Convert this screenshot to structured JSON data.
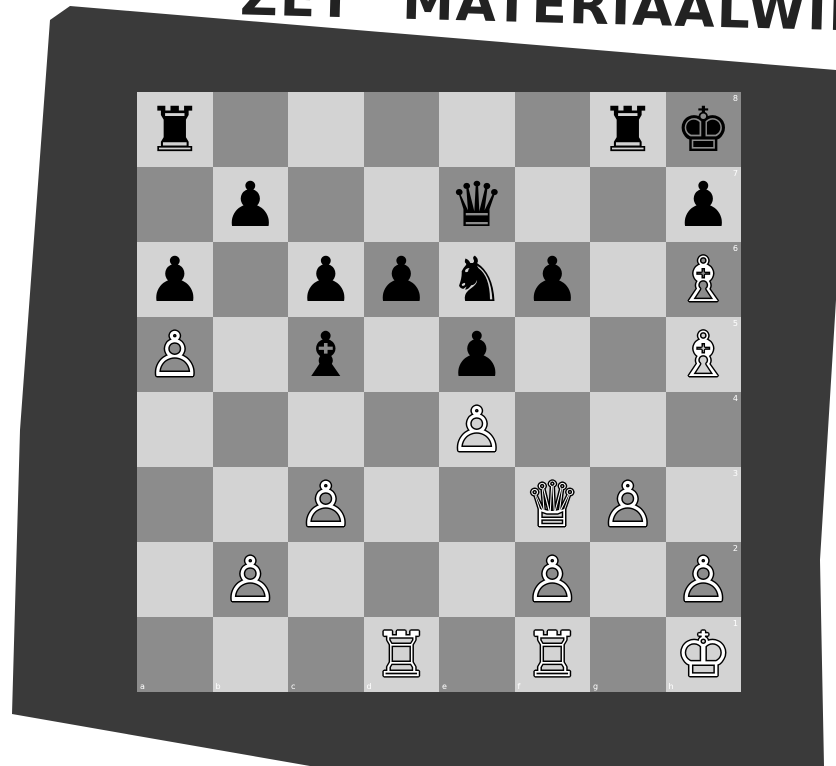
{
  "header": {
    "title_left": "ZET",
    "title_right": "MATERIAALWINST"
  },
  "colors": {
    "light_square": "#d3d3d3",
    "dark_square": "#8c8c8c",
    "frame": "#3a3a3a"
  },
  "board": {
    "files": [
      "a",
      "b",
      "c",
      "d",
      "e",
      "f",
      "g",
      "h"
    ],
    "ranks": [
      "8",
      "7",
      "6",
      "5",
      "4",
      "3",
      "2",
      "1"
    ],
    "rows": [
      [
        {
          "icon": "rook",
          "color": "black",
          "glyph": "♜"
        },
        {},
        {},
        {},
        {},
        {},
        {
          "icon": "rook",
          "color": "black",
          "glyph": "♜"
        },
        {
          "icon": "king",
          "color": "black",
          "glyph": "♚"
        }
      ],
      [
        {},
        {
          "icon": "pawn",
          "color": "black",
          "glyph": "♟"
        },
        {},
        {},
        {
          "icon": "queen",
          "color": "black",
          "glyph": "♛"
        },
        {},
        {},
        {
          "icon": "pawn",
          "color": "black",
          "glyph": "♟"
        }
      ],
      [
        {
          "icon": "pawn",
          "color": "black",
          "glyph": "♟"
        },
        {},
        {
          "icon": "pawn",
          "color": "black",
          "glyph": "♟"
        },
        {
          "icon": "pawn",
          "color": "black",
          "glyph": "♟"
        },
        {
          "icon": "knight",
          "color": "black",
          "glyph": "♞"
        },
        {
          "icon": "pawn",
          "color": "black",
          "glyph": "♟"
        },
        {},
        {
          "icon": "bishop",
          "color": "white",
          "glyph": "♗"
        }
      ],
      [
        {
          "icon": "pawn",
          "color": "white",
          "glyph": "♙"
        },
        {},
        {
          "icon": "bishop",
          "color": "black",
          "glyph": "♝"
        },
        {},
        {
          "icon": "pawn",
          "color": "black",
          "glyph": "♟"
        },
        {},
        {},
        {
          "icon": "bishop",
          "color": "white",
          "glyph": "♗"
        }
      ],
      [
        {},
        {},
        {},
        {},
        {
          "icon": "pawn",
          "color": "white",
          "glyph": "♙"
        },
        {},
        {},
        {}
      ],
      [
        {},
        {},
        {
          "icon": "pawn",
          "color": "white",
          "glyph": "♙"
        },
        {},
        {},
        {
          "icon": "queen",
          "color": "white",
          "glyph": "♕"
        },
        {
          "icon": "pawn",
          "color": "white",
          "glyph": "♙"
        },
        {}
      ],
      [
        {},
        {
          "icon": "pawn",
          "color": "white",
          "glyph": "♙"
        },
        {},
        {},
        {},
        {
          "icon": "pawn",
          "color": "white",
          "glyph": "♙"
        },
        {},
        {
          "icon": "pawn",
          "color": "white",
          "glyph": "♙"
        }
      ],
      [
        {},
        {},
        {},
        {
          "icon": "rook",
          "color": "white",
          "glyph": "♖"
        },
        {},
        {
          "icon": "rook",
          "color": "white",
          "glyph": "♖"
        },
        {},
        {
          "icon": "king",
          "color": "white",
          "glyph": "♔"
        }
      ]
    ]
  }
}
